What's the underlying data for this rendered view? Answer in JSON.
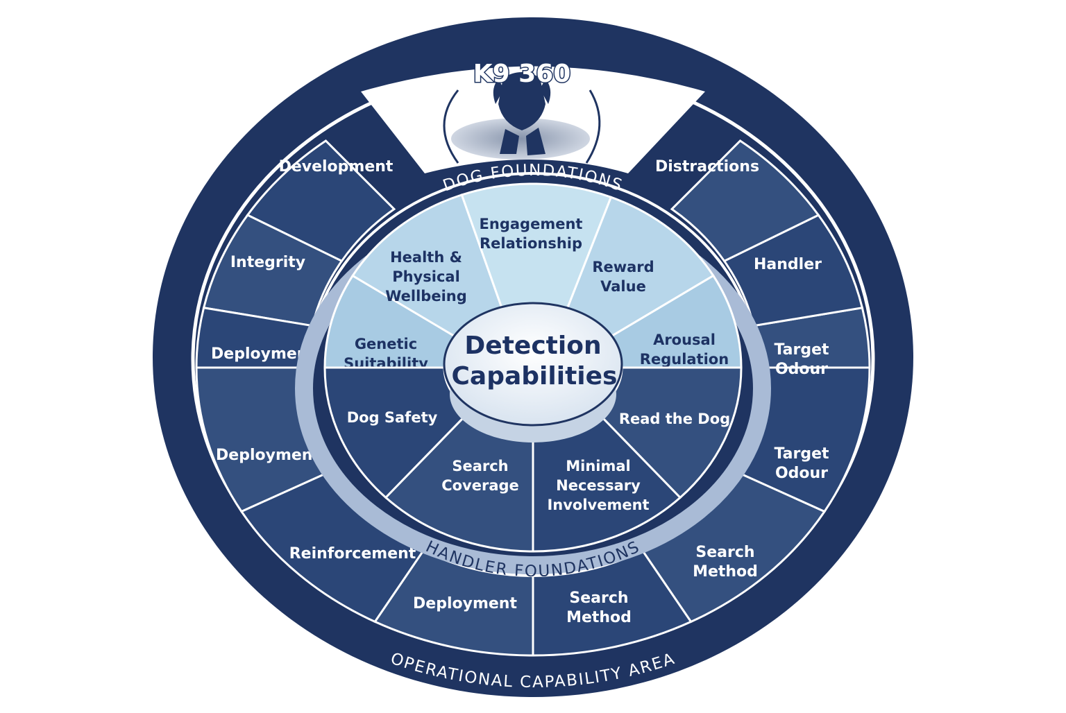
{
  "diagram": {
    "outer_ring_label_top": "OPERATIONAL CAPABILITY AREA",
    "outer_ring_label_bottom": "OPERATIONAL CAPABILITY AREA",
    "logo_text": "K9 360",
    "dog_ring_label": "DOG FOUNDATIONS",
    "handler_ring_label": "HANDLER FOUNDATIONS",
    "center": {
      "line1": "Detection",
      "line2": "Capabilities"
    },
    "outer_segments": [
      {
        "id": "development",
        "lines": [
          "Development"
        ]
      },
      {
        "id": "integrity",
        "lines": [
          "Integrity"
        ]
      },
      {
        "id": "deployment-1",
        "lines": [
          "Deployment"
        ]
      },
      {
        "id": "deployment-2",
        "lines": [
          "Deployment"
        ]
      },
      {
        "id": "reinforcement",
        "lines": [
          "Reinforcement"
        ]
      },
      {
        "id": "deployment-3",
        "lines": [
          "Deployment"
        ]
      },
      {
        "id": "search-method-1",
        "lines": [
          "Search",
          "Method"
        ]
      },
      {
        "id": "search-method-2",
        "lines": [
          "Search",
          "Method"
        ]
      },
      {
        "id": "target-odour-1",
        "lines": [
          "Target",
          "Odour"
        ]
      },
      {
        "id": "target-odour-2",
        "lines": [
          "Target",
          "Odour"
        ]
      },
      {
        "id": "handler",
        "lines": [
          "Handler"
        ]
      },
      {
        "id": "distractions",
        "lines": [
          "Distractions"
        ]
      }
    ],
    "dog_segments": [
      {
        "id": "genetic-suitability",
        "lines": [
          "Genetic",
          "Suitability"
        ]
      },
      {
        "id": "health-physical-wellbeing",
        "lines": [
          "Health &",
          "Physical",
          "Wellbeing"
        ]
      },
      {
        "id": "engagement-relationship",
        "lines": [
          "Engagement",
          "Relationship"
        ]
      },
      {
        "id": "reward-value",
        "lines": [
          "Reward",
          "Value"
        ]
      },
      {
        "id": "arousal-regulation",
        "lines": [
          "Arousal",
          "Regulation"
        ]
      }
    ],
    "handler_segments": [
      {
        "id": "dog-safety",
        "lines": [
          "Dog Safety"
        ]
      },
      {
        "id": "search-coverage",
        "lines": [
          "Search",
          "Coverage"
        ]
      },
      {
        "id": "minimal-necessary-involvement",
        "lines": [
          "Minimal",
          "Necessary",
          "Involvement"
        ]
      },
      {
        "id": "read-the-dog",
        "lines": [
          "Read the Dog"
        ]
      }
    ],
    "colors": {
      "navy": "#1f3461",
      "segment": "#2b4677",
      "segment_alt": "#34507f",
      "handler_band": "#a9bbd6",
      "dog_light": "#a8cbe3",
      "dog_lighter": "#c6e2f0",
      "center_fill": "#f4f7fb",
      "text_dark": "#1d3263",
      "white": "#ffffff"
    }
  }
}
